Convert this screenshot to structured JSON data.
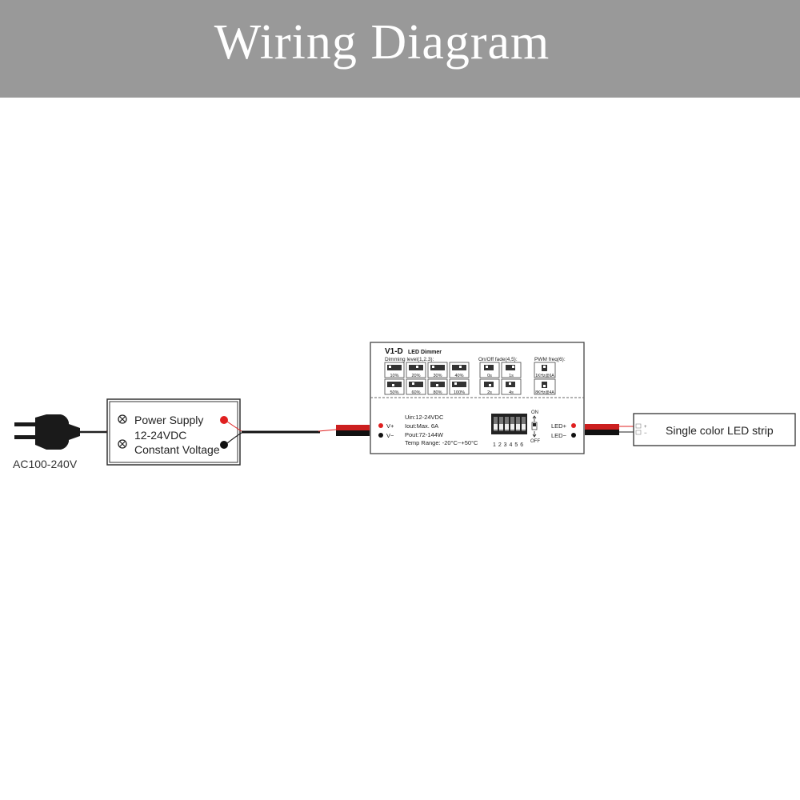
{
  "header": {
    "title": "Wiring Diagram",
    "background": "#999999"
  },
  "plug": {
    "label": "AC100-240V"
  },
  "power_supply": {
    "line1": "Power Supply",
    "line2": "12-24VDC",
    "line3": "Constant Voltage"
  },
  "dimmer": {
    "model": "V1-D",
    "name": "LED Dimmer",
    "dimming_title": "Dimming level(1,2,3):",
    "dimming_levels": [
      "10%",
      "20%",
      "30%",
      "40%",
      "50%",
      "60%",
      "80%",
      "100%"
    ],
    "fade_title": "On/Off fade(4,5):",
    "fade_values": [
      "0s",
      "1s",
      "2s",
      "4s"
    ],
    "pwm_title": "PWM freq(6):",
    "pwm_values": [
      "1KHz@6A",
      "8KHz@4A"
    ],
    "input_plus": "V+",
    "input_minus": "V−",
    "spec_uin": "Uin:12-24VDC",
    "spec_iout": "Iout:Max. 6A",
    "spec_pout": "Pout:72-144W",
    "spec_temp": "Temp Range: -20°C~+50°C",
    "switch_on": "ON",
    "switch_off": "OFF",
    "switch_numbers": "1 2 3 4 5 6",
    "output_plus": "LED+",
    "output_minus": "LED−"
  },
  "led_strip": {
    "label": "Single color LED strip",
    "plus": "+",
    "minus": "−"
  },
  "colors": {
    "red_terminal": "#e02020",
    "wire_red": "#cc1f1f",
    "wire_black": "#111111",
    "line": "#333333"
  }
}
